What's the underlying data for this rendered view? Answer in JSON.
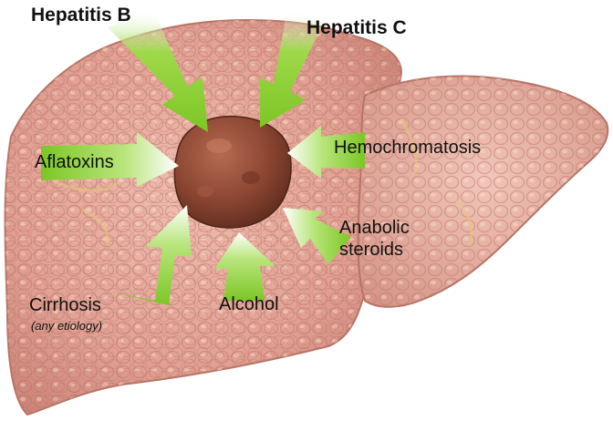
{
  "labels": {
    "hepatitis_b": "Hepatitis B",
    "hepatitis_c": "Hepatitis C",
    "aflatoxins": "Aflatoxins",
    "hemochromatosis": "Hemochromatosis",
    "anabolic_line1": "Anabolic",
    "anabolic_line2": "steroids",
    "cirrhosis": "Cirrhosis",
    "cirrhosis_note": "(any etiology)",
    "alcohol": "Alcohol"
  },
  "colors": {
    "arrow_green": "#8fd43a",
    "arrow_light": "#ffffff",
    "liver_base": "#e4a79a",
    "liver_shadow": "#c47f72",
    "tumor": "#8b4a36",
    "text": "#111111"
  }
}
